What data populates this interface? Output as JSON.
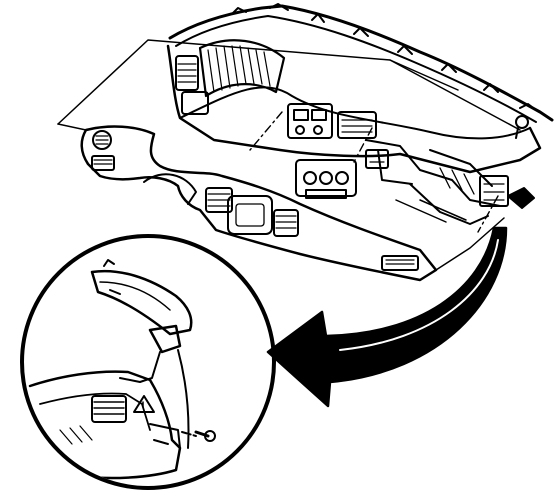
{
  "figure": {
    "kind": "line-art technical illustration",
    "subject": "dashboard-instrument-panel-assembly",
    "callout": "detail-magnifier-circle",
    "ink_color": "#000000",
    "paper_color": "#ffffff"
  }
}
